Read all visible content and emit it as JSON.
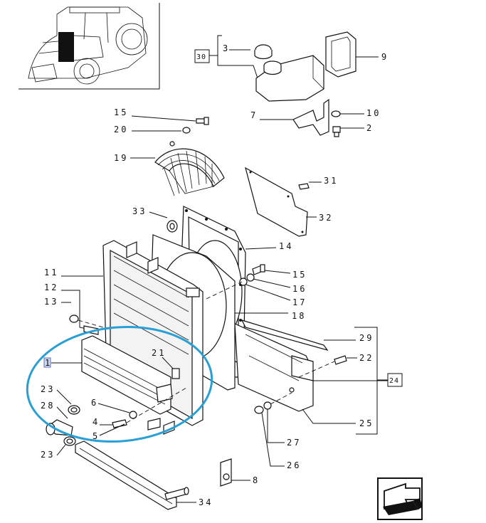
{
  "callouts": {
    "c1": "1",
    "c2": "2",
    "c3": "3",
    "c4": "4",
    "c5": "5",
    "c6": "6",
    "c7": "7",
    "c8": "8",
    "c9": "9",
    "c10": "10",
    "c11": "11",
    "c12": "12",
    "c13": "13",
    "c14": "14",
    "c15a": "15",
    "c15b": "15",
    "c16": "16",
    "c17": "17",
    "c18": "18",
    "c19": "19",
    "c20": "20",
    "c21": "21",
    "c22": "22",
    "c23a": "23",
    "c23b": "23",
    "c24": "24",
    "c25": "25",
    "c26": "26",
    "c27": "27",
    "c28": "28",
    "c29": "29",
    "c30": "30",
    "c31": "31",
    "c32": "32",
    "c33": "33",
    "c34": "34"
  },
  "colors": {
    "highlight": "#2a9fd6",
    "selected_box": "#cfd8ee",
    "ink": "#111111"
  },
  "icons": {
    "nav": "arrow-back-icon",
    "tractor": "tractor-thumbnail-icon"
  }
}
